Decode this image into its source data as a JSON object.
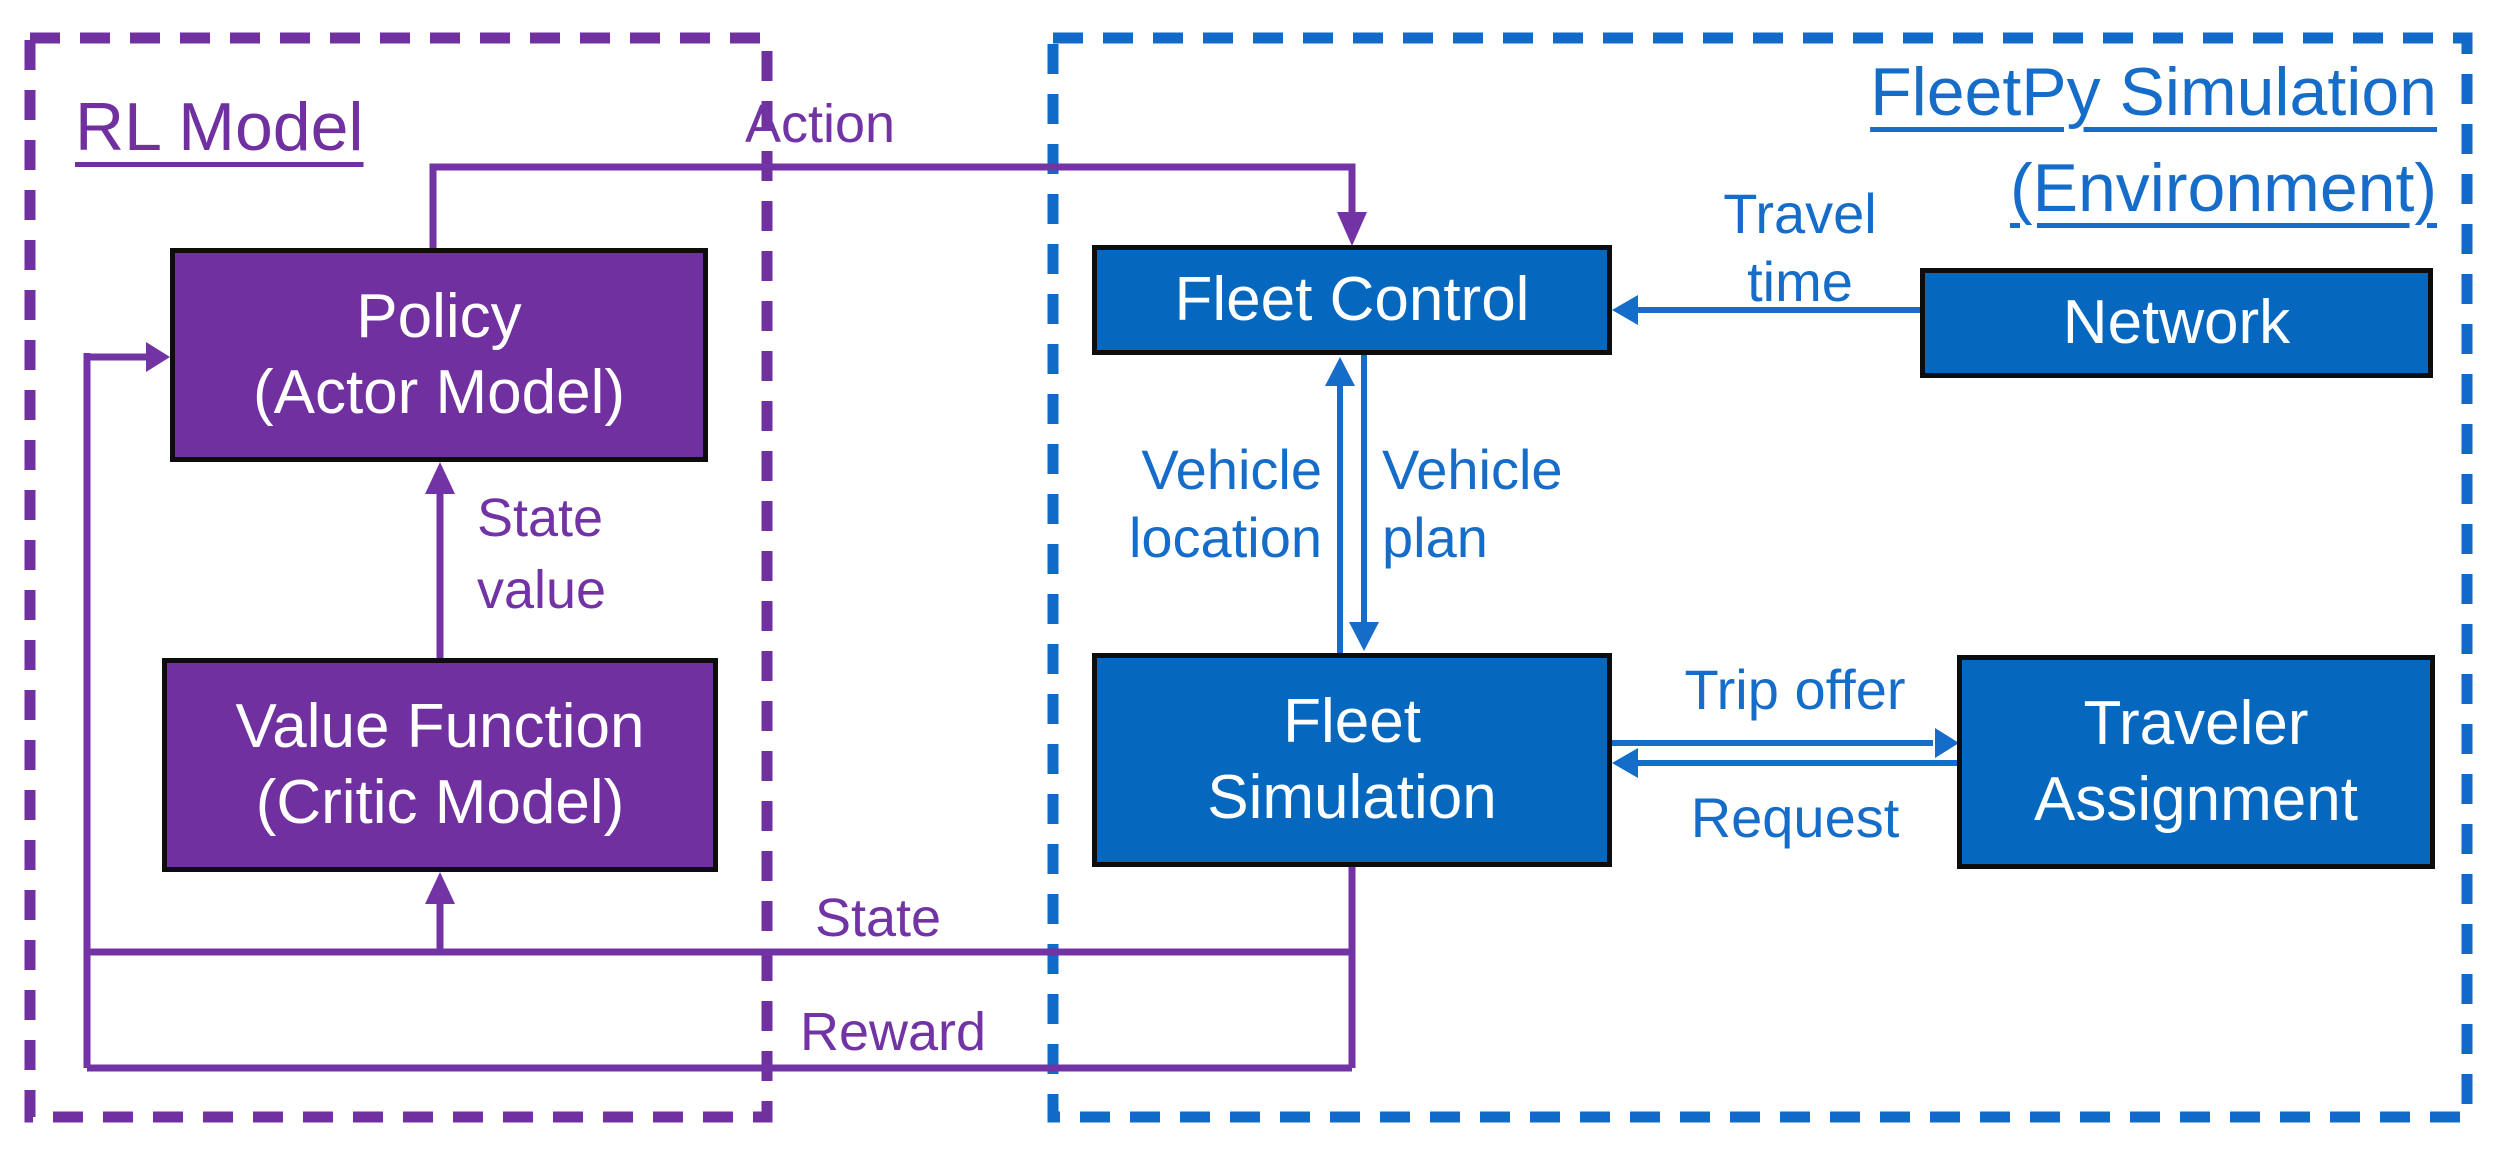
{
  "diagram": {
    "rl_model": {
      "title": "RL Model",
      "policy": {
        "line1": "Policy",
        "line2": "(Actor Model)"
      },
      "value_function": {
        "line1": "Value Function",
        "line2": "(Critic Model)"
      },
      "labels": {
        "action": "Action",
        "state_value_line1": "State",
        "state_value_line2": "value",
        "state": "State",
        "reward": "Reward"
      }
    },
    "fleetpy": {
      "title_line1": "FleetPy Simulation",
      "title_line2": "(Environment)",
      "fleet_control": "Fleet Control",
      "network": "Network",
      "fleet_simulation": {
        "line1": "Fleet",
        "line2": "Simulation"
      },
      "traveler_assignment": {
        "line1": "Traveler",
        "line2": "Assignment"
      },
      "labels": {
        "travel_time_line1": "Travel",
        "travel_time_line2": "time",
        "vehicle_location_line1": "Vehicle",
        "vehicle_location_line2": "location",
        "vehicle_plan_line1": "Vehicle",
        "vehicle_plan_line2": "plan",
        "trip_offer": "Trip offer",
        "request": "Request"
      }
    },
    "colors": {
      "purple_fill": "#7030a0",
      "purple_line": "#7233a5",
      "blue_fill": "#0567be",
      "blue_line": "#156cc9",
      "box_border": "#0d0d0d",
      "box_text": "#ffffff",
      "background": "#ffffff"
    }
  }
}
